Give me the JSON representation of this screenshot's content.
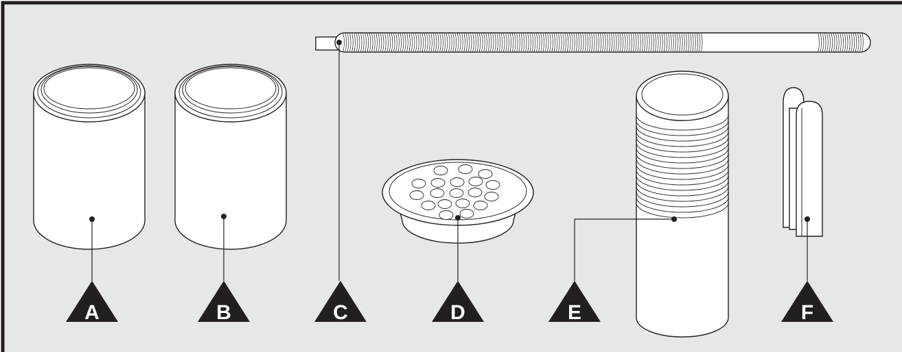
{
  "figure": {
    "background_color": "#e6e7e8",
    "line_color": "#231f20",
    "parts": [
      {
        "id": "part-a",
        "label": "A",
        "depiction": "short-cylinder"
      },
      {
        "id": "part-b",
        "label": "B",
        "depiction": "short-cylinder"
      },
      {
        "id": "part-c",
        "label": "C",
        "depiction": "threaded-rod"
      },
      {
        "id": "part-d",
        "label": "D",
        "depiction": "perforated-cap"
      },
      {
        "id": "part-e",
        "label": "E",
        "depiction": "threaded-tube"
      },
      {
        "id": "part-f",
        "label": "F",
        "depiction": "slotted-clip"
      }
    ]
  }
}
